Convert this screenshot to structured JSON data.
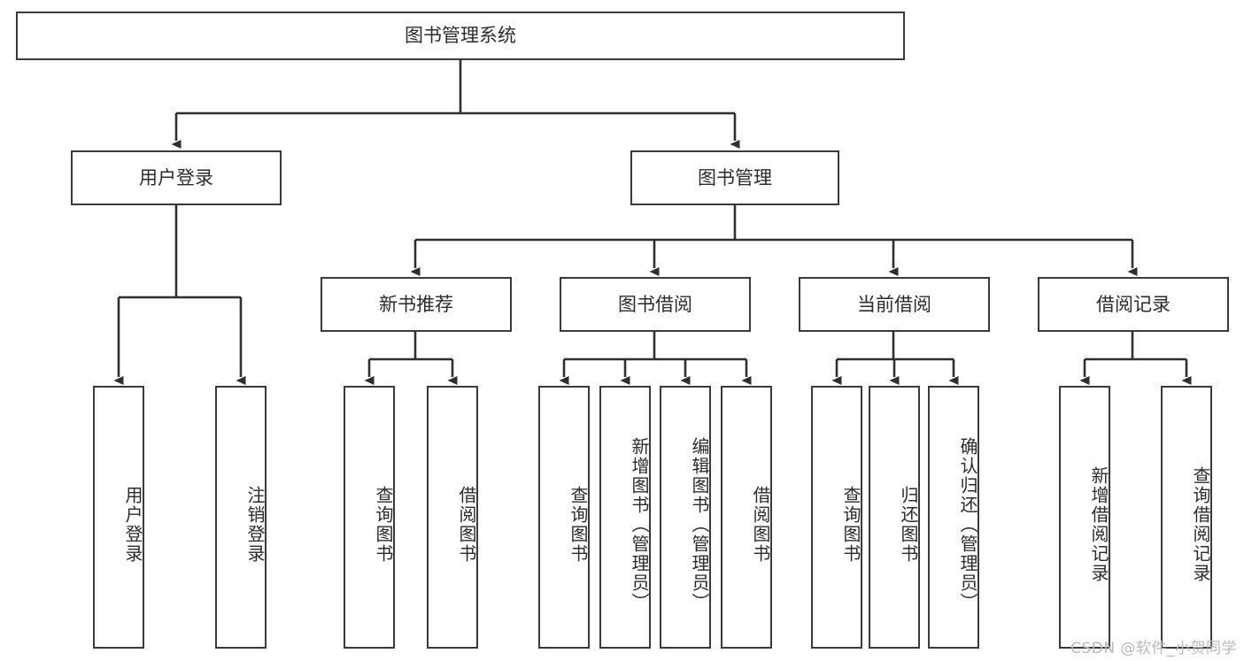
{
  "diagram": {
    "type": "tree-hierarchy",
    "title": "图书管理系统",
    "orientation": "top-down",
    "edge_color": "#3a3a3a",
    "box_border_color": "#3a3a3a",
    "box_fill_color": "#ffffff",
    "text_color": "#2b2b2b"
  },
  "nodes": {
    "root": {
      "label": "图书管理系统"
    },
    "level1": [
      {
        "label": "用户登录"
      },
      {
        "label": "图书管理"
      }
    ],
    "level2": [
      {
        "label": "新书推荐"
      },
      {
        "label": "图书借阅"
      },
      {
        "label": "当前借阅"
      },
      {
        "label": "借阅记录"
      }
    ],
    "leaves_user_login": [
      {
        "label": "用户登录"
      },
      {
        "label": "注销登录"
      }
    ],
    "leaves_new_book": [
      {
        "label": "查询图书"
      },
      {
        "label": "借阅图书"
      }
    ],
    "leaves_borrow": [
      {
        "label": "查询图书"
      },
      {
        "label": "新增图书（管理员）"
      },
      {
        "label": "编辑图书（管理员）"
      },
      {
        "label": "借阅图书"
      }
    ],
    "leaves_current": [
      {
        "label": "查询图书"
      },
      {
        "label": "归还图书"
      },
      {
        "label": "确认归还（管理员）"
      }
    ],
    "leaves_record": [
      {
        "label": "新增借阅记录"
      },
      {
        "label": "查询借阅记录"
      }
    ]
  },
  "watermark": {
    "text": "CSDN @软件_小贺同学"
  }
}
